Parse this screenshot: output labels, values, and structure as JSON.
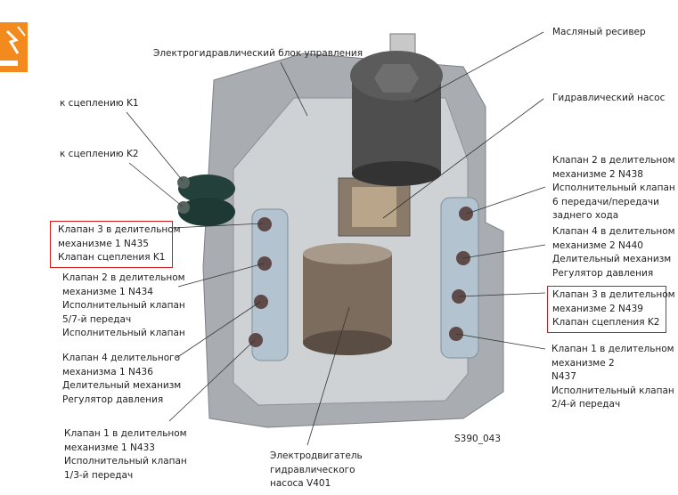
{
  "figure_id": "S390_043",
  "colors": {
    "accent": "#f28a1e",
    "highlight_box": "#d51a1a",
    "housing": "#b9bcbf",
    "boots": "#24403a"
  },
  "labels": {
    "ecu_block": [
      "Электрогидравлический блок управления"
    ],
    "to_k1": [
      "к сцеплению K1"
    ],
    "to_k2": [
      "к сцеплению K2"
    ],
    "n435": [
      "Клапан 3 в делительном",
      "механизме 1 N435",
      "Клапан сцепления K1"
    ],
    "n434": [
      "Клапан 2 в делительном",
      "механизме 1 N434",
      "Исполнительный клапан",
      "5/7-й передач",
      "Исполнительный клапан"
    ],
    "n436": [
      "Клапан 4 делительного",
      "механизма 1 N436",
      "Делительный механизм",
      "Регулятор давления"
    ],
    "n433": [
      "Клапан 1 в делительном",
      "механизме 1 N433",
      "Исполнительный клапан",
      "1/3-й передач"
    ],
    "v401": [
      "Электродвигатель",
      "гидравлического",
      "насоса V401"
    ],
    "oil_receiver": [
      "Масляный ресивер"
    ],
    "hyd_pump": [
      "Гидравлический насос"
    ],
    "n438": [
      "Клапан 2 в делительном",
      "механизме 2 N438",
      "Исполнительный клапан",
      "6 передачи/передачи",
      "заднего хода"
    ],
    "n440": [
      "Клапан 4 в делительном",
      "механизме 2 N440",
      "Делительный механизм",
      "Регулятор давления"
    ],
    "n439": [
      "Клапан 3 в делительном",
      "механизме 2 N439",
      "Клапан сцепления K2"
    ],
    "n437": [
      "Клапан 1 в делительном",
      "механизме 2",
      "N437",
      "Исполнительный клапан",
      "2/4-й передач"
    ]
  }
}
